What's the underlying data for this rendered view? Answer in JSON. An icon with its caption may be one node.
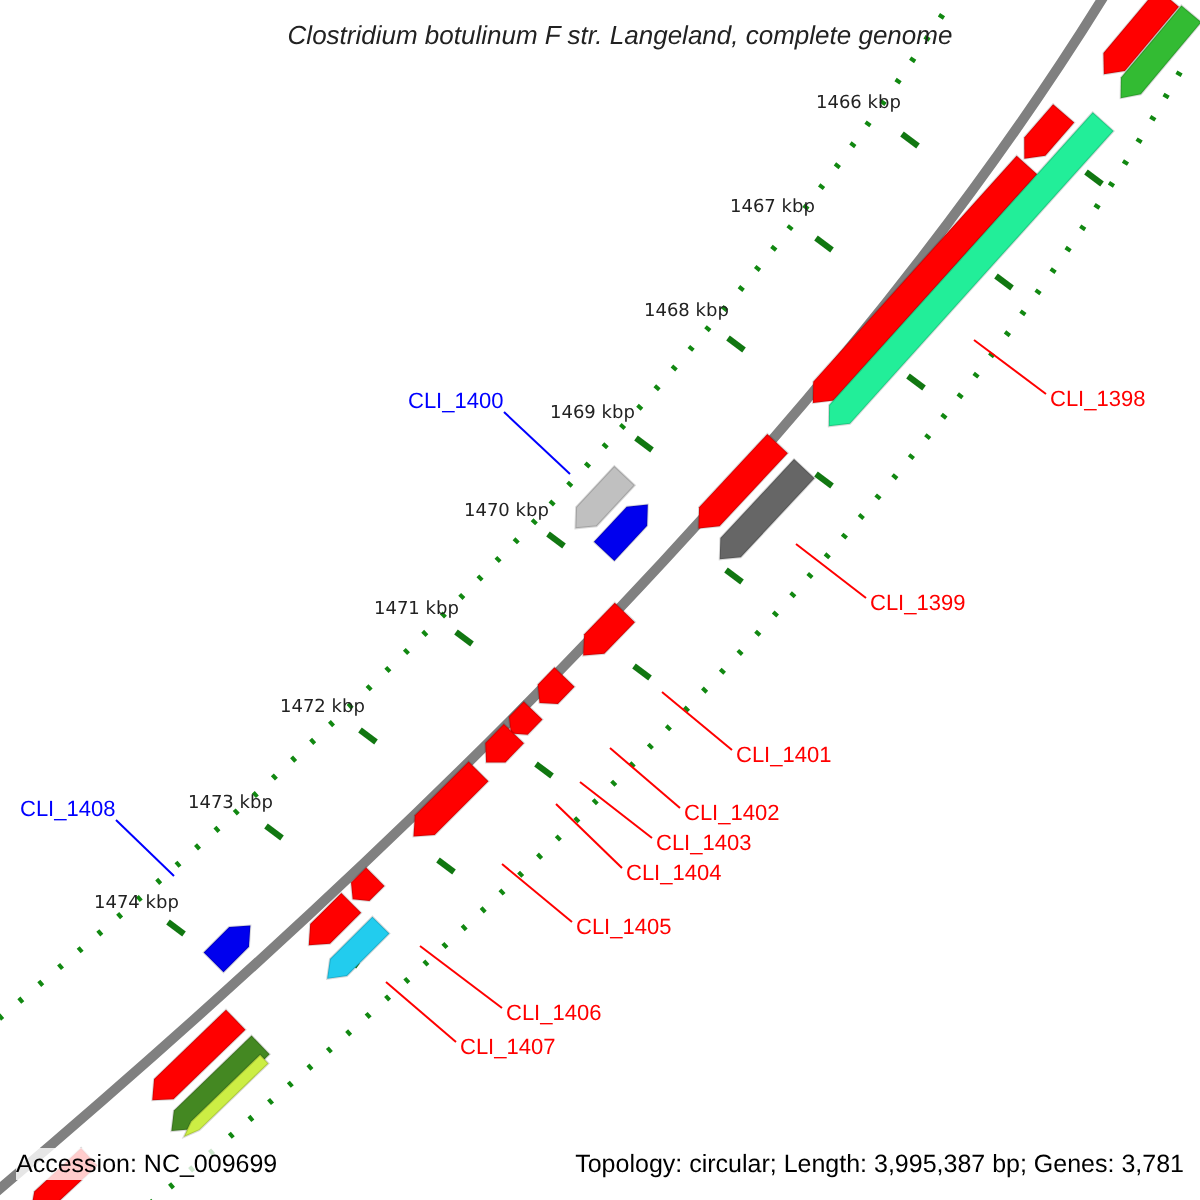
{
  "diagram": {
    "title": "Clostridium botulinum F str. Langeland, complete genome",
    "nodes": [
      {
        "text": [
          "CLI_1400"
        ]
      },
      {
        "text": [
          "CLI_1398"
        ]
      },
      {
        "text": [
          "CLI_1399"
        ]
      },
      {
        "text": [
          "CLI_1401"
        ]
      },
      {
        "text": [
          "CLI_1408"
        ]
      },
      {
        "text": [
          "CLI_1402"
        ]
      },
      {
        "text": [
          "CLI_1403"
        ]
      },
      {
        "text": [
          "CLI_1404"
        ]
      },
      {
        "text": [
          "CLI_1405"
        ]
      },
      {
        "text": [
          "CLI_1406"
        ]
      },
      {
        "text": [
          "CLI_1407"
        ]
      }
    ],
    "edges": [
      {
        "from": 0,
        "to": null,
        "arrow": "none",
        "color": "#0000ff"
      },
      {
        "from": 1,
        "to": null,
        "arrow": "none"
      },
      {
        "from": 2,
        "to": null,
        "arrow": "none"
      },
      {
        "from": 3,
        "to": null,
        "arrow": "none"
      },
      {
        "from": 4,
        "to": null,
        "arrow": "none",
        "color": "#0000ff"
      },
      {
        "from": 5,
        "to": null,
        "arrow": "none"
      },
      {
        "from": 6,
        "to": null,
        "arrow": "none"
      },
      {
        "from": 7,
        "to": null,
        "arrow": "none"
      },
      {
        "from": 8,
        "to": null,
        "arrow": "none"
      },
      {
        "from": 9,
        "to": null,
        "arrow": "none"
      },
      {
        "from": 10,
        "to": null,
        "arrow": "none"
      }
    ],
    "labels": [
      "1466 kbp",
      "1467 kbp",
      "1468 kbp",
      "1469 kbp",
      "1470 kbp",
      "1471 kbp",
      "1472 kbp",
      "1473 kbp",
      "1474 kbp",
      "Accession: NC_009699",
      "Topology: circular; Length: 3,995,387 bp; Genes: 3,781"
    ]
  }
}
